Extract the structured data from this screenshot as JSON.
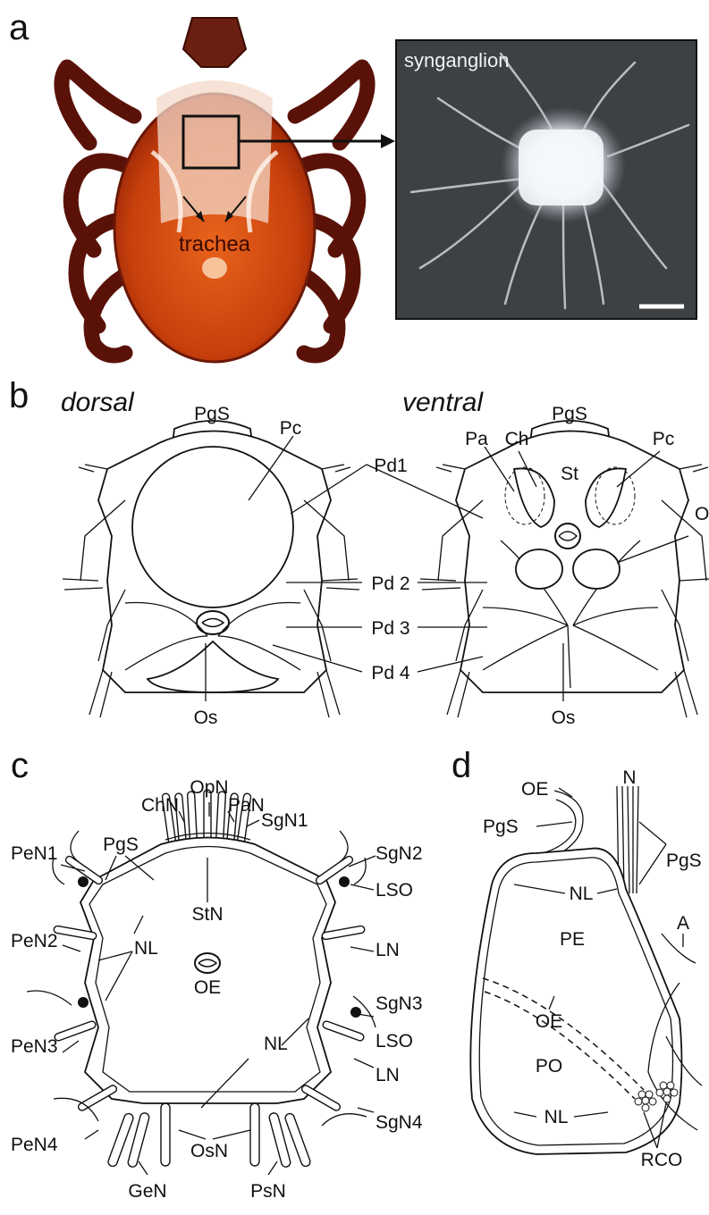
{
  "panels": {
    "a": {
      "letter": "a",
      "inset_label": "synganglion",
      "arrow_label": "trachea"
    },
    "b": {
      "letter": "b",
      "dorsal": {
        "view_label": "dorsal",
        "labels": {
          "pgs": "PgS",
          "pc": "Pc",
          "pd1": "Pd1",
          "pd2": "Pd 2",
          "pd3": "Pd 3",
          "pd4": "Pd 4",
          "os": "Os"
        }
      },
      "ventral": {
        "view_label": "ventral",
        "labels": {
          "pgs": "PgS",
          "pa": "Pa",
          "ch": "Ch",
          "pc": "Pc",
          "st": "St",
          "o": "O",
          "os": "Os"
        }
      }
    },
    "c": {
      "letter": "c",
      "labels": {
        "chn": "ChN",
        "opn": "OpN",
        "pan": "PaN",
        "sgn1": "SgN1",
        "pen1": "PeN1",
        "pgs": "PgS",
        "sgn2": "SgN2",
        "lso_top": "LSO",
        "stn": "StN",
        "pen2": "PeN2",
        "nl_left": "NL",
        "ln_top": "LN",
        "sgn3": "SgN3",
        "oe": "OE",
        "lso_bottom": "LSO",
        "pen3": "PeN3",
        "nl_center": "NL",
        "ln_bottom": "LN",
        "sgn4": "SgN4",
        "pen4": "PeN4",
        "osn": "OsN",
        "gen": "GeN",
        "psn": "PsN"
      }
    },
    "d": {
      "letter": "d",
      "labels": {
        "n": "N",
        "oe_top": "OE",
        "pgs_left": "PgS",
        "pgs_right": "PgS",
        "nl_top": "NL",
        "pe": "PE",
        "a": "A",
        "oe_mid": "OE",
        "po": "PO",
        "nl_bottom": "NL",
        "rco": "RCO"
      }
    }
  },
  "colors": {
    "tick_body": "#b23a0c",
    "tick_legs": "#5a1208",
    "photo_bg": "#3d4144",
    "ganglion": "#f4f7fb"
  }
}
